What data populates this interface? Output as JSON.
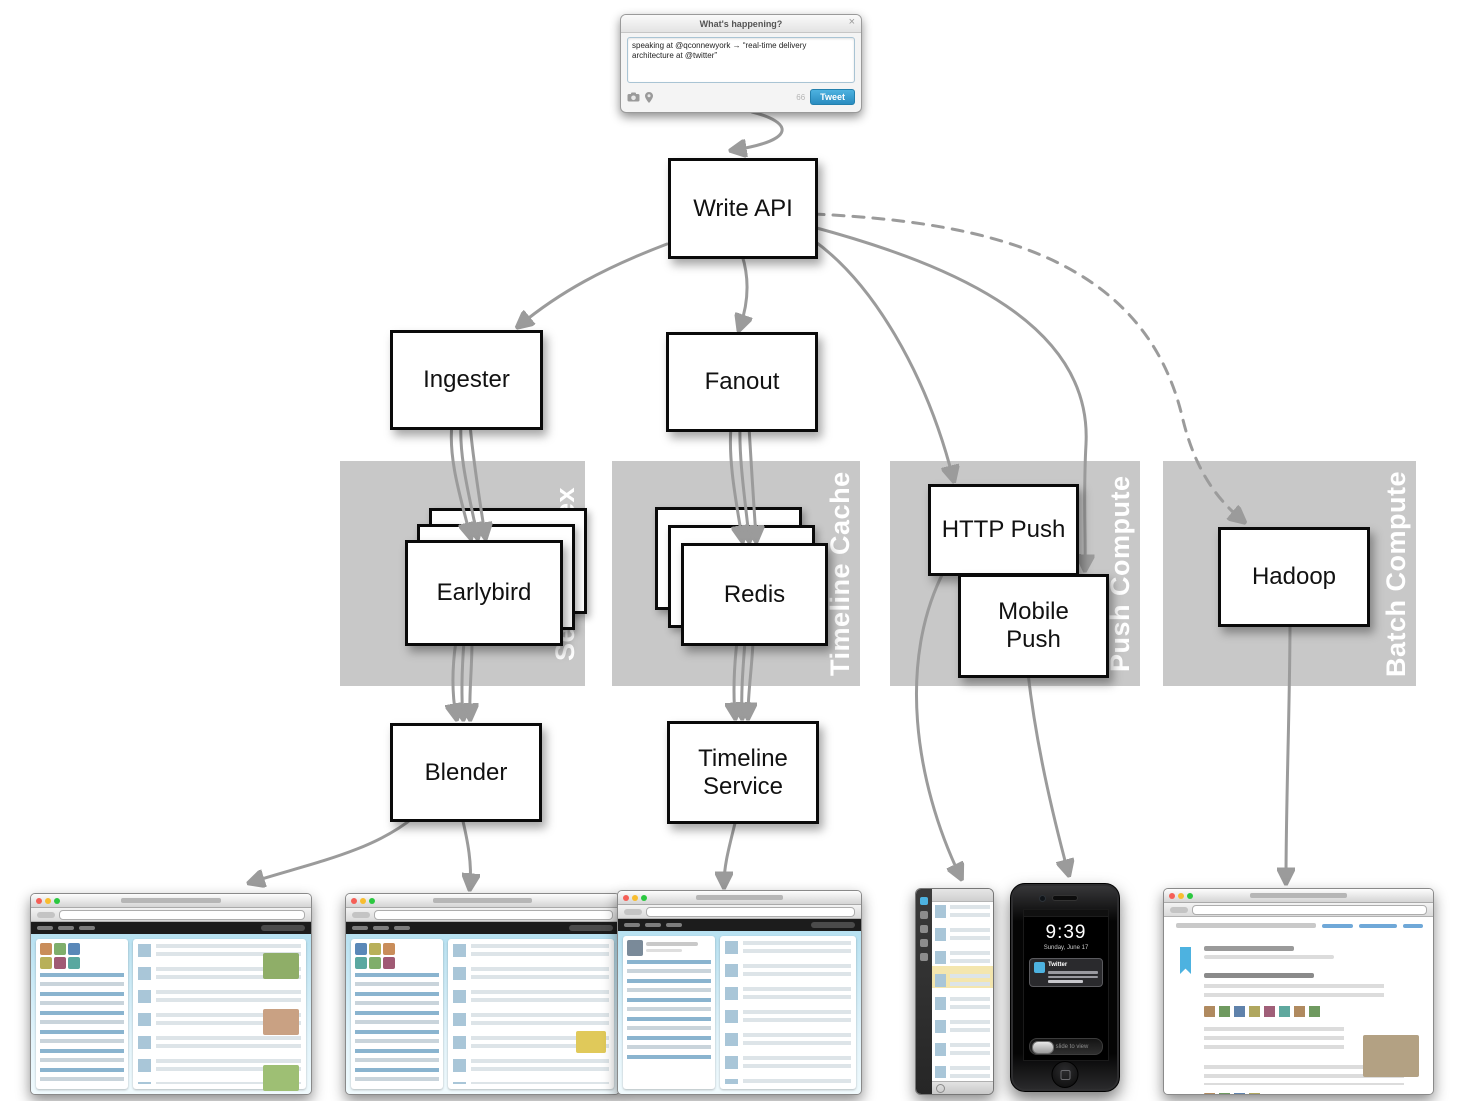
{
  "compose": {
    "title": "What's happening?",
    "close_label": "×",
    "tweet_text": "speaking at @qconnewyork → “real-time delivery architecture at @twitter”",
    "char_count": "66",
    "tweet_button_label": "Tweet"
  },
  "nodes": {
    "write_api": {
      "label": "Write API"
    },
    "ingester": {
      "label": "Ingester"
    },
    "fanout": {
      "label": "Fanout"
    },
    "earlybird": {
      "label": "Earlybird"
    },
    "redis": {
      "label": "Redis"
    },
    "http_push": {
      "label": "HTTP Push"
    },
    "mobile_push": {
      "label": "Mobile Push"
    },
    "hadoop": {
      "label": "Hadoop"
    },
    "blender": {
      "label": "Blender"
    },
    "timeline_service": {
      "label": "Timeline Service"
    }
  },
  "regions": {
    "search_index": {
      "label": "Search Index"
    },
    "timeline_cache": {
      "label": "Timeline Cache"
    },
    "push_compute": {
      "label": "Push Compute"
    },
    "batch_compute": {
      "label": "Batch Compute"
    }
  },
  "iphone": {
    "time": "9:39",
    "date": "Sunday, June 17",
    "notification_app": "Twitter",
    "slider_label": "slide to view"
  },
  "colors": {
    "arrow": "#9b9b9b",
    "region_bg": "#c8c8c8",
    "region_label": "#ffffff",
    "node_border": "#0a0a0a",
    "twitter_blue": "#4db2e0",
    "sky_top": "#b7e1f1"
  }
}
